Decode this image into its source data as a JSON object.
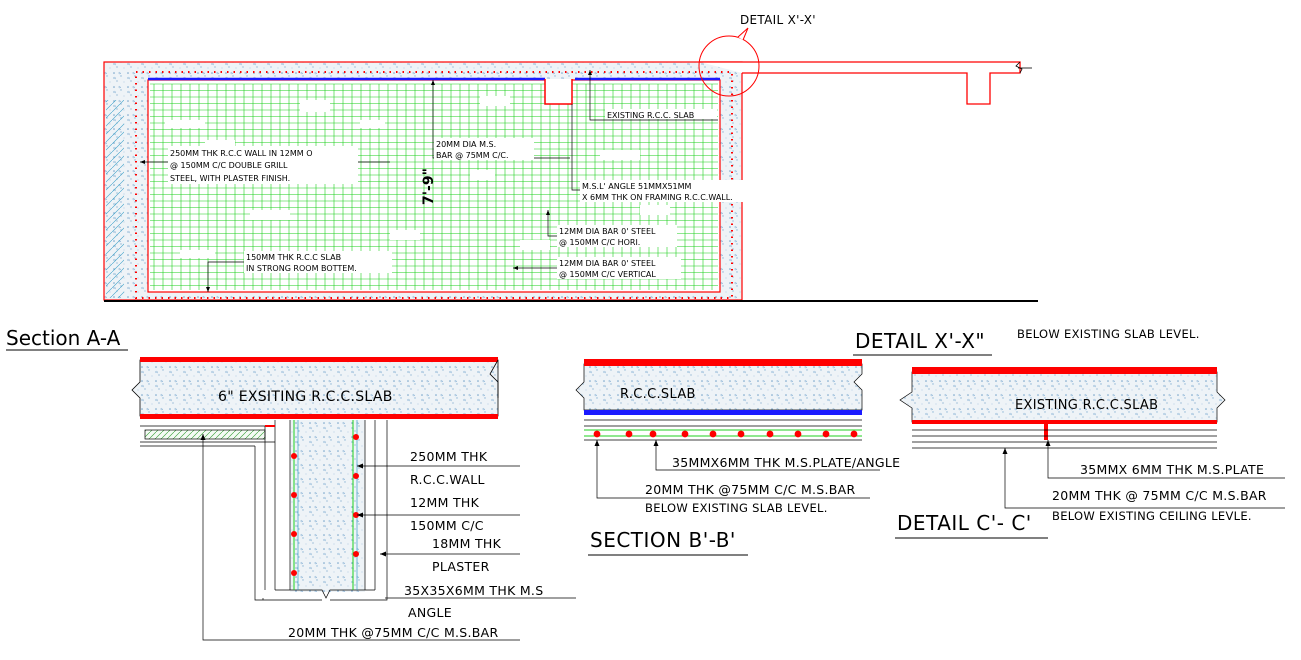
{
  "top_view": {
    "detail_callout": "DETAIL X'-X'",
    "dimension": "7'-9\"",
    "labels": {
      "wall_1": "250MM THK R.C.C WALL IN 12MM O",
      "wall_2": "@ 150MM C/C DOUBLE GRILL",
      "wall_3": "STEEL, WITH PLASTER FINISH.",
      "bar_1": "20MM DIA M.S.",
      "bar_2": "BAR @ 75MM C/C.",
      "existing_slab": "EXISTING R.C.C. SLAB",
      "angle_1": "M.S.L' ANGLE 51MMX51MM",
      "angle_2": "X 6MM THK ON FRAMING R.C.C.WALL.",
      "hori_1": "12MM DIA BAR 0' STEEL",
      "hori_2": "@ 150MM C/C HORI.",
      "slab_1": "150MM THK R.C.C SLAB",
      "slab_2": "IN STRONG ROOM BOTTEM.",
      "vert_1": "12MM DIA BAR 0' STEEL",
      "vert_2": "@ 150MM C/C VERTICAL"
    }
  },
  "section_a": {
    "title": "Section A-A",
    "slab_label": "6\" EXSITING R.C.C.SLAB",
    "labels": {
      "l1": "250MM THK",
      "l2": "R.C.C.WALL",
      "l3": "12MM THK",
      "l4": "150MM C/C",
      "l5": "18MM THK",
      "l6": "PLASTER",
      "l7": "35X35X6MM THK M.S",
      "l8": "ANGLE",
      "l9": "20MM THK @75MM C/C M.S.BAR"
    }
  },
  "section_b": {
    "title": "SECTION B'-B'",
    "slab_label": "R.C.C.SLAB",
    "labels": {
      "l1": "35MMX6MM THK M.S.PLATE/ANGLE",
      "l2": "20MM THK @75MM C/C M.S.BAR",
      "l3": "BELOW EXISTING SLAB LEVEL."
    }
  },
  "detail_x": {
    "title": "DETAIL  X'-X\"",
    "note": "BELOW EXISTING SLAB LEVEL.",
    "slab_label": "EXISTING R.C.C.SLAB",
    "labels": {
      "l1": "35MMX 6MM THK M.S.PLATE",
      "l2": "20MM THK @ 75MM C/C M.S.BAR",
      "l3": "BELOW EXISTING CEILING LEVLE."
    }
  },
  "detail_c": {
    "title": "DETAIL  C'- C'"
  },
  "colors": {
    "concrete": "#e8eef3",
    "rebar_green": "#1fd01f",
    "red": "#ff0000",
    "blue": "#1a1aff",
    "line": "#000000"
  }
}
